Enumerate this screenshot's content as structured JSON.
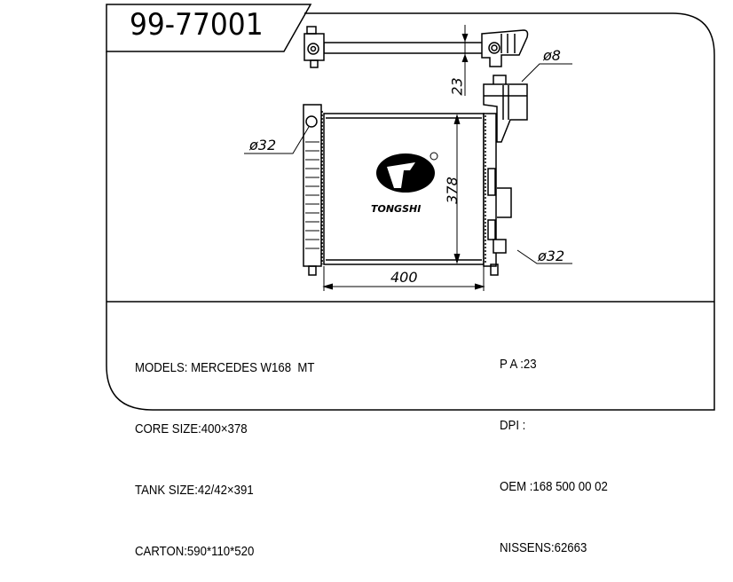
{
  "title": "99-77001",
  "brand": "TONGSHI",
  "dimensions": {
    "pipe_offset": "23",
    "core_height": "378",
    "core_width": "400",
    "left_pipe_diameter": "ø32",
    "cap_diameter": "ø8",
    "right_pipe_diameter": "ø32"
  },
  "specs_left": [
    "MODELS: MERCEDES W168  MT",
    "CORE SIZE:400×378",
    "TANK SIZE:42/42×391",
    "CARTON:590*110*520"
  ],
  "specs_right": [
    "P A :23",
    "DPI :",
    "OEM :168 500 00 02",
    "NISSENS:62663"
  ]
}
